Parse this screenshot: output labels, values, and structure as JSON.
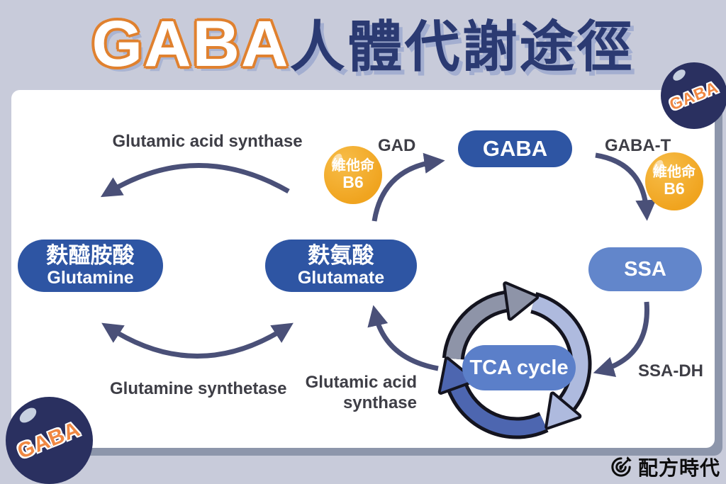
{
  "title": {
    "brand": "GABA",
    "suffix": "人體代謝途徑"
  },
  "decor": {
    "ball_top_right_label": "GABA",
    "ball_bottom_left_label": "GABA"
  },
  "nodes": {
    "glutamine": {
      "zh": "麩醯胺酸",
      "en": "Glutamine"
    },
    "glutamate": {
      "zh": "麩氨酸",
      "en": "Glutamate"
    },
    "gaba": "GABA",
    "ssa": "SSA",
    "tca": "TCA cycle"
  },
  "cofactors": {
    "b6_left": {
      "line1": "維他命",
      "line2": "B6"
    },
    "b6_right": {
      "line1": "維他命",
      "line2": "B6"
    }
  },
  "enzymes": {
    "top_left": "Glutamic acid synthase",
    "gad": "GAD",
    "gaba_t": "GABA-T",
    "ssa_dh": "SSA-DH",
    "bottom_left": "Glutamine synthetase",
    "bottom_center": {
      "line1": "Glutamic acid",
      "line2": "synthase"
    }
  },
  "logo": {
    "brand": "配方時代"
  },
  "colors": {
    "background": "#c8cbda",
    "card": "#ffffff",
    "card_shadow": "#8d96ab",
    "node_dark_blue": "#2e55a3",
    "node_light_blue": "#6286cb",
    "arrow": "#4a5078",
    "vitamin_yellow": "#f2a723",
    "ball_navy": "#2a3060",
    "brand_orange": "#e0812f",
    "title_navy": "#2b3a72"
  }
}
